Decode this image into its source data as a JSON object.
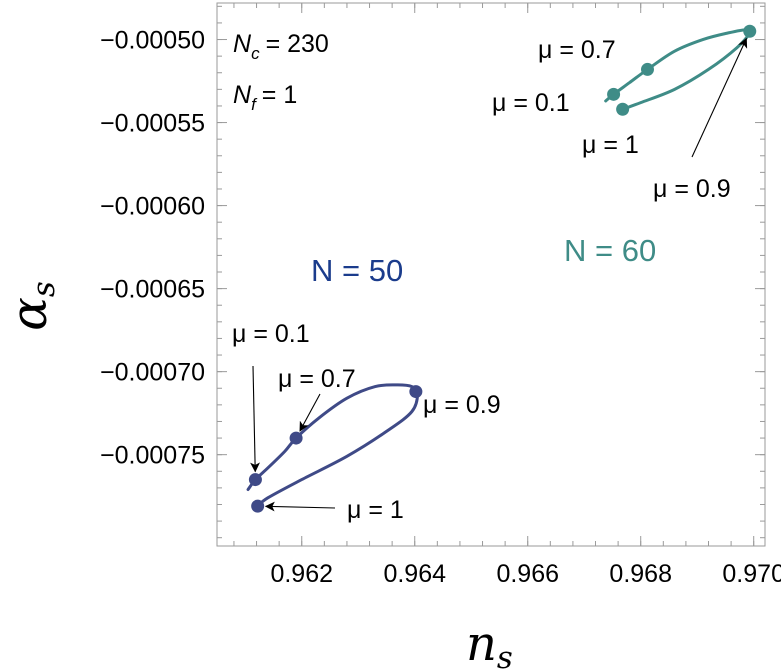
{
  "chart_data": {
    "type": "line",
    "xlabel": "n",
    "xlabel_sub": "s",
    "ylabel": "α",
    "ylabel_sub": "s",
    "xlim": [
      0.9605,
      0.9702
    ],
    "ylim": [
      -0.000805,
      -0.000478
    ],
    "xticks": [
      0.962,
      0.964,
      0.966,
      0.968,
      0.97
    ],
    "xtick_labels": [
      "0.962",
      "0.964",
      "0.966",
      "0.968",
      "0.970"
    ],
    "yticks": [
      -0.0005,
      -0.00055,
      -0.0006,
      -0.00065,
      -0.0007,
      -0.00075
    ],
    "ytick_labels": [
      "−0.00050",
      "−0.00055",
      "−0.00060",
      "−0.00065",
      "−0.00070",
      "−0.00075"
    ],
    "grid": false,
    "parameters": [
      {
        "symbol": "N",
        "sub": "c",
        "value": "= 230"
      },
      {
        "symbol": "N",
        "sub": "f",
        "value": "= 1"
      }
    ],
    "series": [
      {
        "name": "N = 50",
        "color": "#3f4a87",
        "curve": [
          [
            0.96105,
            -0.000771
          ],
          [
            0.96118,
            -0.000765
          ],
          [
            0.9614,
            -0.000758
          ],
          [
            0.9617,
            -0.000748
          ],
          [
            0.9619,
            -0.00074
          ],
          [
            0.9623,
            -0.000728
          ],
          [
            0.9628,
            -0.000716
          ],
          [
            0.9633,
            -0.000709
          ],
          [
            0.9637,
            -0.000708
          ],
          [
            0.96395,
            -0.000709
          ],
          [
            0.96405,
            -0.000713
          ],
          [
            0.96395,
            -0.000724
          ],
          [
            0.9635,
            -0.000736
          ],
          [
            0.9628,
            -0.000751
          ],
          [
            0.962,
            -0.000765
          ],
          [
            0.9614,
            -0.000776
          ],
          [
            0.96122,
            -0.000781
          ]
        ],
        "points": [
          {
            "label": "μ = 0.1",
            "x": 0.96118,
            "y": -0.000765
          },
          {
            "label": "μ = 0.7",
            "x": 0.9619,
            "y": -0.00074
          },
          {
            "label": "μ = 0.9",
            "x": 0.96402,
            "y": -0.000712
          },
          {
            "label": "μ = 1",
            "x": 0.96122,
            "y": -0.000781
          }
        ]
      },
      {
        "name": "N = 60",
        "color": "#3f8c87",
        "curve": [
          [
            0.96738,
            -0.000537
          ],
          [
            0.96752,
            -0.000533
          ],
          [
            0.9678,
            -0.000526
          ],
          [
            0.96812,
            -0.000518
          ],
          [
            0.9686,
            -0.000507
          ],
          [
            0.9691,
            -0.0005
          ],
          [
            0.96955,
            -0.000496
          ],
          [
            0.96988,
            -0.000494
          ],
          [
            0.96993,
            -0.000496
          ],
          [
            0.9697,
            -0.000505
          ],
          [
            0.9692,
            -0.000518
          ],
          [
            0.9686,
            -0.00053
          ],
          [
            0.968,
            -0.000538
          ],
          [
            0.96768,
            -0.000542
          ]
        ],
        "points": [
          {
            "label": "μ = 0.1",
            "x": 0.96752,
            "y": -0.000533
          },
          {
            "label": "μ = 0.7",
            "x": 0.96812,
            "y": -0.000518
          },
          {
            "label": "μ = 0.9",
            "x": 0.96993,
            "y": -0.000495
          },
          {
            "label": "μ = 1",
            "x": 0.96768,
            "y": -0.000542
          }
        ]
      }
    ]
  }
}
